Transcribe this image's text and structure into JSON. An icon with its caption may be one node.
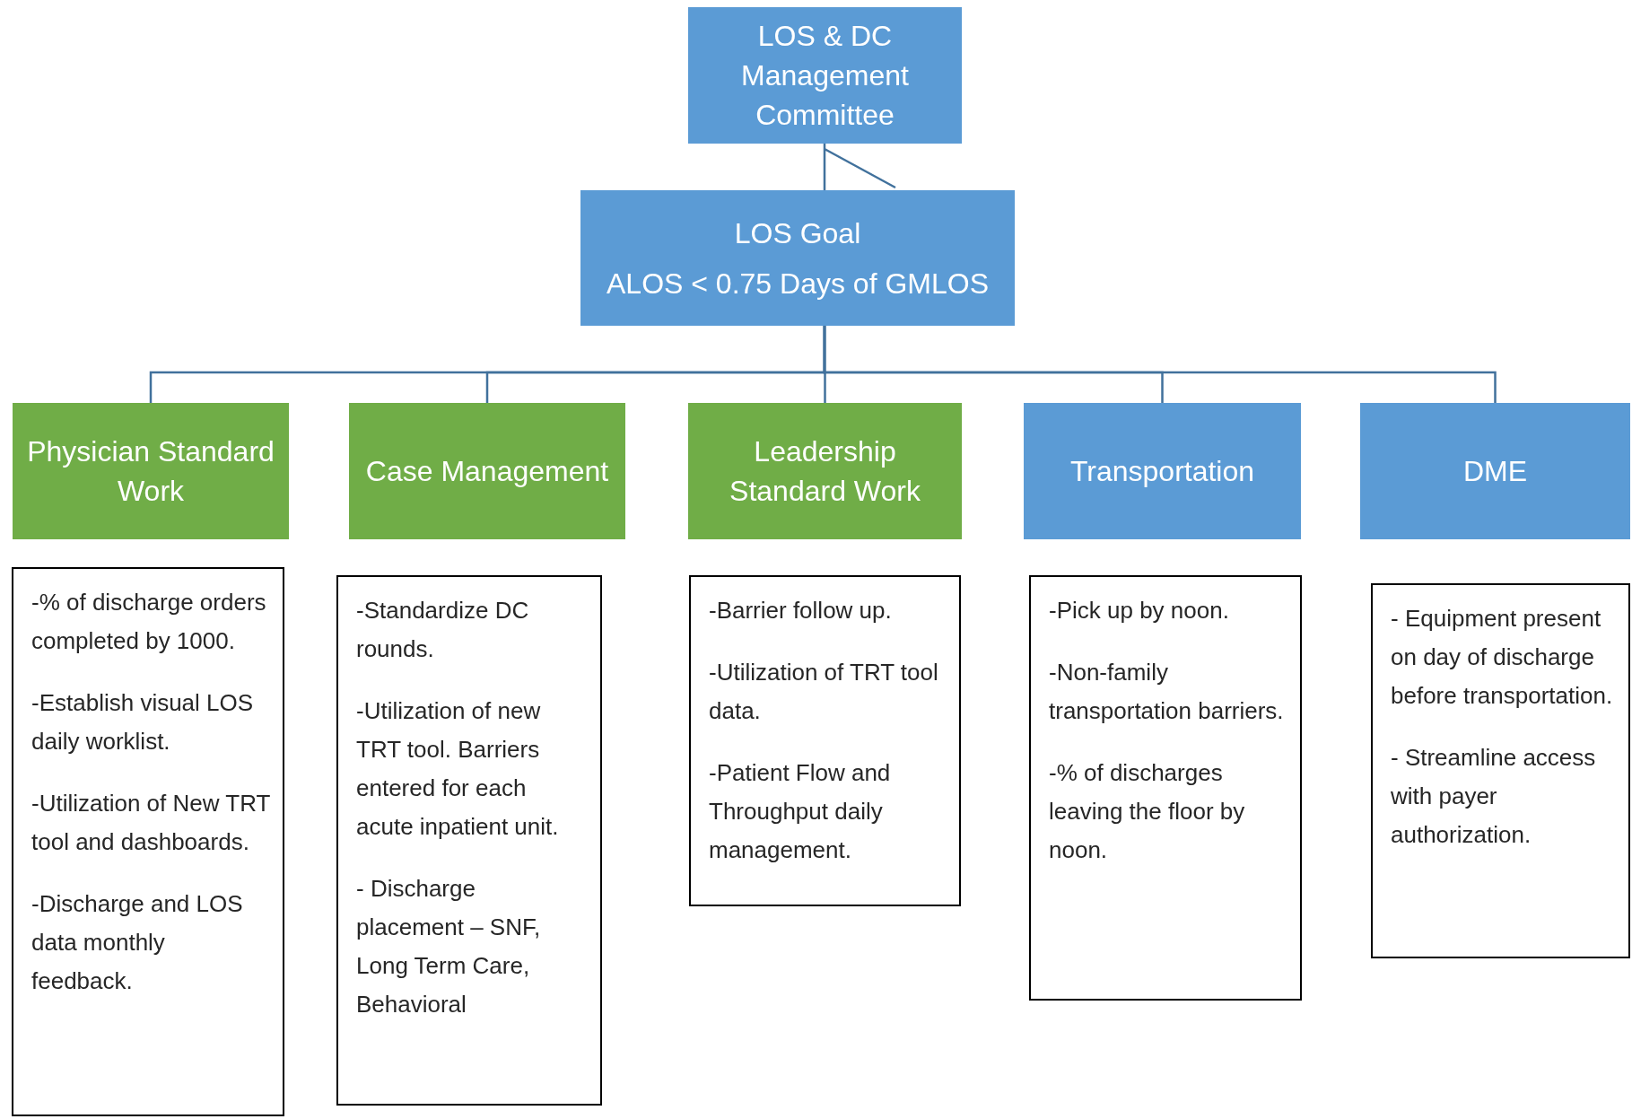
{
  "diagram": {
    "nodes": [
      {
        "text": [
          "LOS & DC Management Committee"
        ]
      },
      {
        "text": [
          "LOS Goal",
          "ALOS < 0.75 Days of GMLOS"
        ]
      },
      {
        "text": [
          "Physician Standard Work"
        ]
      },
      {
        "text": [
          "Case Management"
        ]
      },
      {
        "text": [
          "Leadership Standard Work"
        ]
      },
      {
        "text": [
          "Transportation"
        ]
      },
      {
        "text": [
          "DME"
        ]
      },
      {
        "text": [
          "-% of discharge orders completed by 1000.",
          "-Establish visual LOS daily worklist.",
          "-Utilization of New TRT tool and dashboards.",
          "-Discharge and LOS data monthly feedback."
        ]
      },
      {
        "text": [
          "-Standardize DC rounds.",
          "-Utilization of new TRT tool. Barriers entered for each acute inpatient unit.",
          "- Discharge placement – SNF, Long Term Care, Behavioral"
        ]
      },
      {
        "text": [
          "-Barrier follow up.",
          "-Utilization of TRT tool data.",
          "-Patient Flow and Throughput daily management."
        ]
      },
      {
        "text": [
          "-Pick up by noon.",
          "-Non-family transportation barriers.",
          "-% of discharges leaving the floor by noon."
        ]
      },
      {
        "text": [
          "- Equipment present on day of discharge before transportation.",
          "- Streamline access with payer authorization."
        ]
      }
    ],
    "edges": [
      {
        "from": 0,
        "to": 1,
        "arrow": "none"
      },
      {
        "from": 1,
        "to": 2,
        "arrow": "none"
      },
      {
        "from": 1,
        "to": 3,
        "arrow": "none"
      },
      {
        "from": 1,
        "to": 4,
        "arrow": "none"
      },
      {
        "from": 1,
        "to": 5,
        "arrow": "none"
      },
      {
        "from": 1,
        "to": 6,
        "arrow": "none"
      }
    ]
  }
}
